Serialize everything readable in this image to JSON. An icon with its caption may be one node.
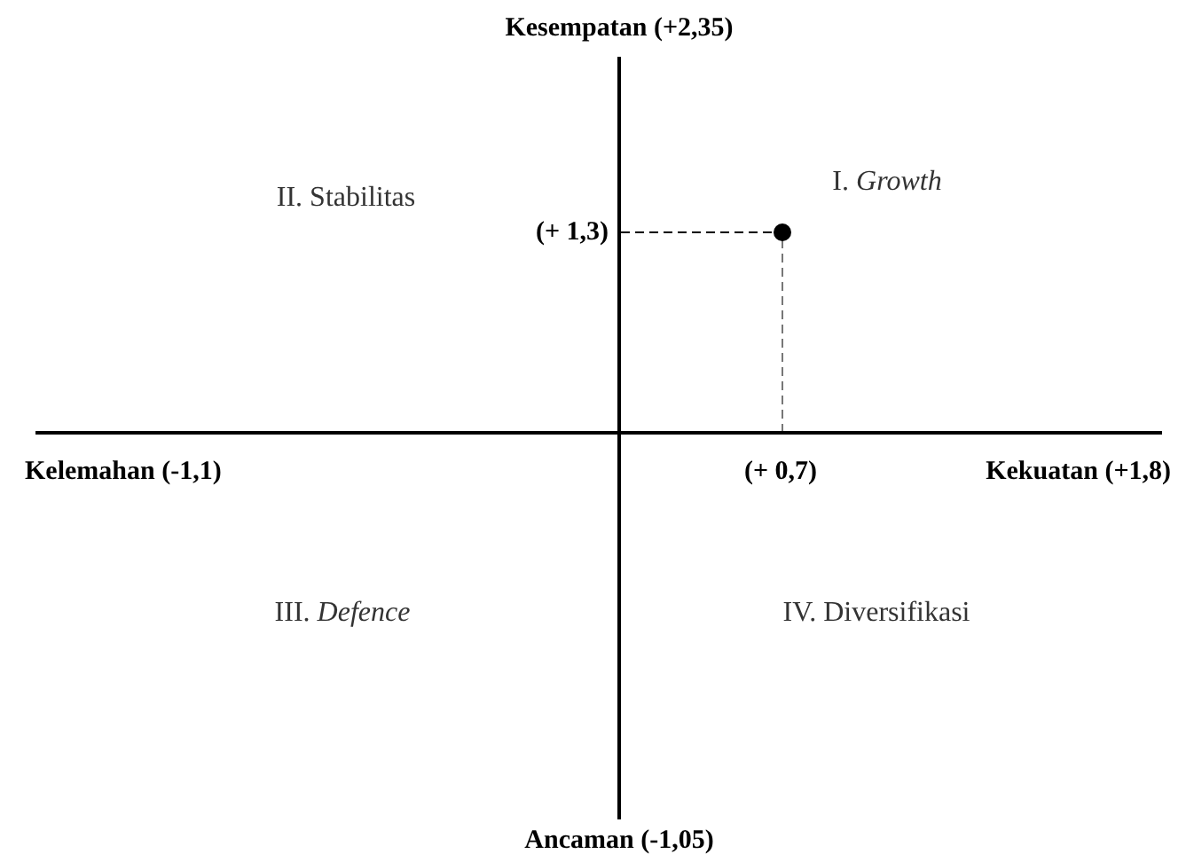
{
  "diagram": {
    "labels": [
      "Kesempatan (+2,35)",
      "II. Stabilitas",
      "I. *Growth*",
      "(+ 1,3)",
      "Kelemahan (-1,1)",
      "(+ 0,7)",
      "Kekuatan (+1,8)",
      "III. *Defence*",
      "IV. Diversifikasi",
      "Ancaman (-1,05)"
    ]
  }
}
